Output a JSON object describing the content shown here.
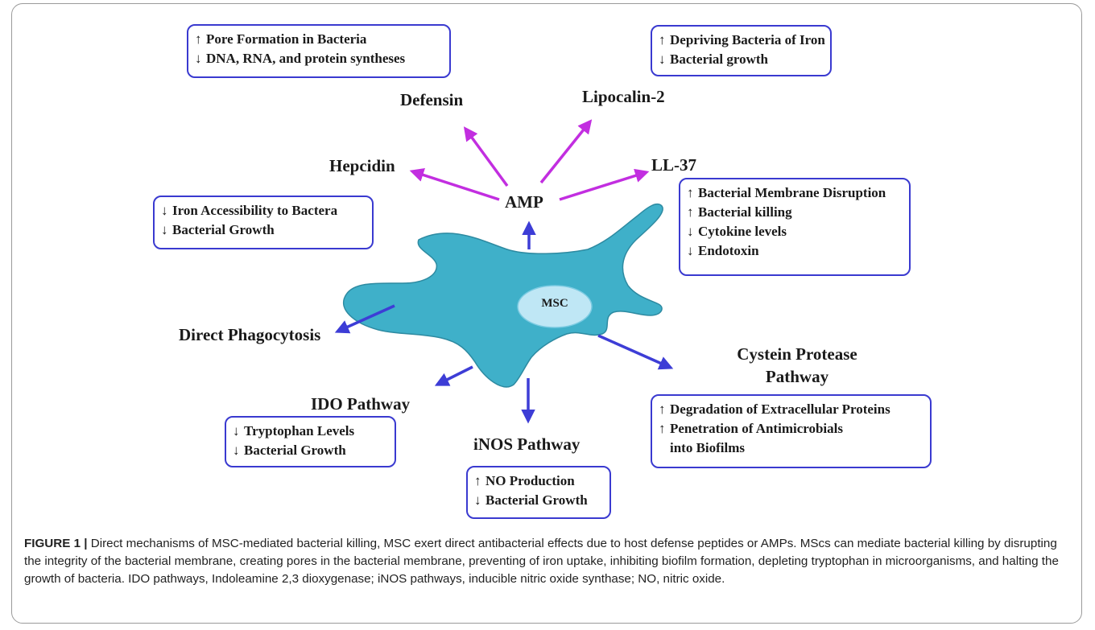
{
  "colors": {
    "amp_arrow": "#c22ee0",
    "pathway_arrow": "#3d3dd6",
    "cell_fill": "#3fb0c9",
    "nucleus_fill": "#bfe7f5",
    "box_border": "#3a3ad0"
  },
  "cell": {
    "label": "MSC"
  },
  "nodes": {
    "amp": "AMP",
    "defensin": "Defensin",
    "lipocalin": "Lipocalin-2",
    "hepcidin": "Hepcidin",
    "ll37": "LL-37",
    "direct_phagocytosis": "Direct Phagocytosis",
    "ido": "IDO Pathway",
    "inos": "iNOS Pathway",
    "cystein_line1": "Cystein Protease",
    "cystein_line2": "Pathway"
  },
  "boxes": {
    "defensin": [
      {
        "arrow": "↑",
        "text": "Pore Formation in Bacteria"
      },
      {
        "arrow": "↓",
        "text": "DNA, RNA, and protein syntheses"
      }
    ],
    "lipocalin": [
      {
        "arrow": "↑",
        "text": "Depriving Bacteria of Iron"
      },
      {
        "arrow": "↓",
        "text": "Bacterial growth"
      }
    ],
    "hepcidin": [
      {
        "arrow": "↓",
        "text": "Iron Accessibility to Bactera"
      },
      {
        "arrow": "↓",
        "text": "Bacterial Growth"
      }
    ],
    "ll37": [
      {
        "arrow": "↑",
        "text": "Bacterial Membrane Disruption"
      },
      {
        "arrow": "↑",
        "text": "Bacterial killing"
      },
      {
        "arrow": "↓",
        "text": "Cytokine levels"
      },
      {
        "arrow": "↓",
        "text": "Endotoxin"
      }
    ],
    "ido": [
      {
        "arrow": "↓",
        "text": "Tryptophan Levels"
      },
      {
        "arrow": "↓",
        "text": "Bacterial Growth"
      }
    ],
    "inos": [
      {
        "arrow": "↑",
        "text": "NO Production"
      },
      {
        "arrow": "↓",
        "text": "Bacterial Growth"
      }
    ],
    "cystein": [
      {
        "arrow": "↑",
        "text": "Degradation of Extracellular Proteins"
      },
      {
        "arrow": "↑",
        "text": "Penetration of Antimicrobials"
      },
      {
        "arrow": "",
        "text": "into Biofilms"
      }
    ]
  },
  "caption": {
    "figure_label": "FIGURE 1 |",
    "text": " Direct mechanisms of MSC-mediated bacterial killing, MSC exert direct antibacterial effects due to host defense peptides or AMPs. MScs can mediate bacterial killing by disrupting the integrity of the bacterial membrane, creating pores in the bacterial membrane, preventing of iron uptake, inhibiting biofilm formation, depleting tryptophan in microorganisms, and halting the growth of bacteria. IDO pathways, Indoleamine 2,3 dioxygenase; iNOS pathways, inducible nitric oxide synthase; NO, nitric oxide."
  }
}
